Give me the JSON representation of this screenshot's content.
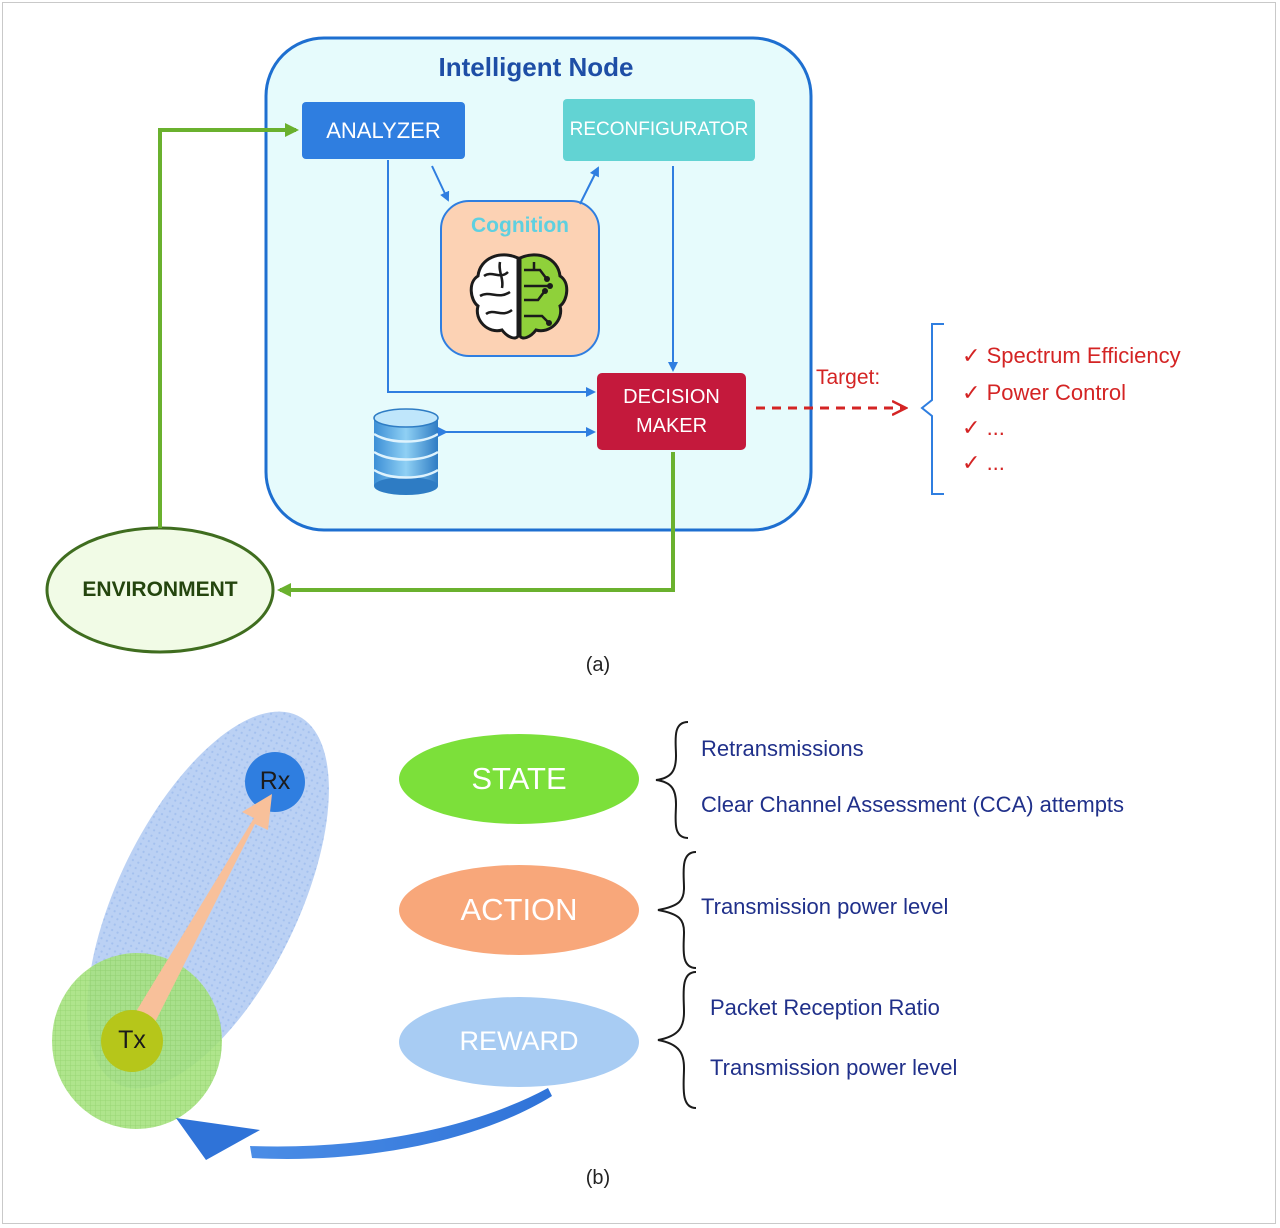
{
  "part_a": {
    "node_title": "Intelligent Node",
    "analyzer": "ANALYZER",
    "reconfigurator": "RECONFIGURATOR",
    "cognition": "Cognition",
    "decision_maker_line1": "DECISION",
    "decision_maker_line2": "MAKER",
    "environment": "ENVIRONMENT",
    "target_label": "Target:",
    "targets": [
      "Spectrum Efficiency",
      "Power Control",
      "...",
      "..."
    ],
    "check_mark": "✓",
    "caption": "(a)"
  },
  "part_b": {
    "rx": "Rx",
    "tx": "Tx",
    "state": "STATE",
    "action": "ACTION",
    "reward": "REWARD",
    "state_items": [
      "Retransmissions",
      "Clear Channel Assessment (CCA) attempts"
    ],
    "action_items": [
      "Transmission power level"
    ],
    "reward_items": [
      "Packet Reception Ratio",
      "Transmission power level"
    ],
    "caption": "(b)"
  },
  "colors": {
    "node_border": "#1e6fd0",
    "node_fill": "#e6fbfc",
    "analyzer": "#2f7ee0",
    "reconfigurator": "#62d3d3",
    "cognition_fill": "#fcd2b4",
    "decision_maker": "#c4193c",
    "env_green": "#6ab12e",
    "target_red": "#d42424",
    "state_green": "#7ce03a",
    "action_orange": "#f8a77a",
    "reward_blue": "#a8ccf3",
    "item_text": "#20308a"
  }
}
